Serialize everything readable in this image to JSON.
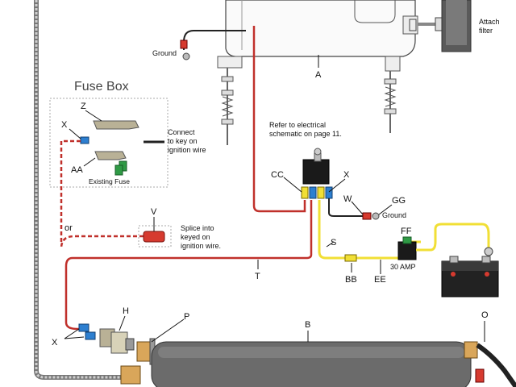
{
  "fuse_box": {
    "title": "Fuse Box",
    "existing_fuse": "Existing Fuse",
    "connect_note": [
      "Connect",
      "to key on",
      "ignition wire"
    ]
  },
  "notes": {
    "ground_top": "Ground",
    "attach_filter": [
      "Attach",
      "filter"
    ],
    "refer": [
      "Refer to electrical",
      "schematic on page 11."
    ],
    "ground_relay": "Ground",
    "splice": [
      "Splice into",
      "keyed on",
      "ignition wire."
    ],
    "or": "or",
    "fuse_rating": "30 AMP"
  },
  "part_labels": {
    "A": "A",
    "B": "B",
    "H": "H",
    "P": "P",
    "O": "O",
    "V": "V",
    "Z": "Z",
    "X_fuse": "X",
    "AA": "AA",
    "CC": "CC",
    "X_relay": "X",
    "W": "W",
    "GG": "GG",
    "S": "S",
    "T": "T",
    "BB": "BB",
    "EE": "EE",
    "FF": "FF",
    "X_bottom": "X"
  },
  "colors": {
    "power_wire": "#c0302b",
    "accessory_wire": "#f1df35",
    "ground_wire": "#222222",
    "tank": "#6b6b6b",
    "fuse_green": "#2f9a45",
    "connector_blue": "#2d7fd0",
    "connector_red": "#d63a2f"
  }
}
